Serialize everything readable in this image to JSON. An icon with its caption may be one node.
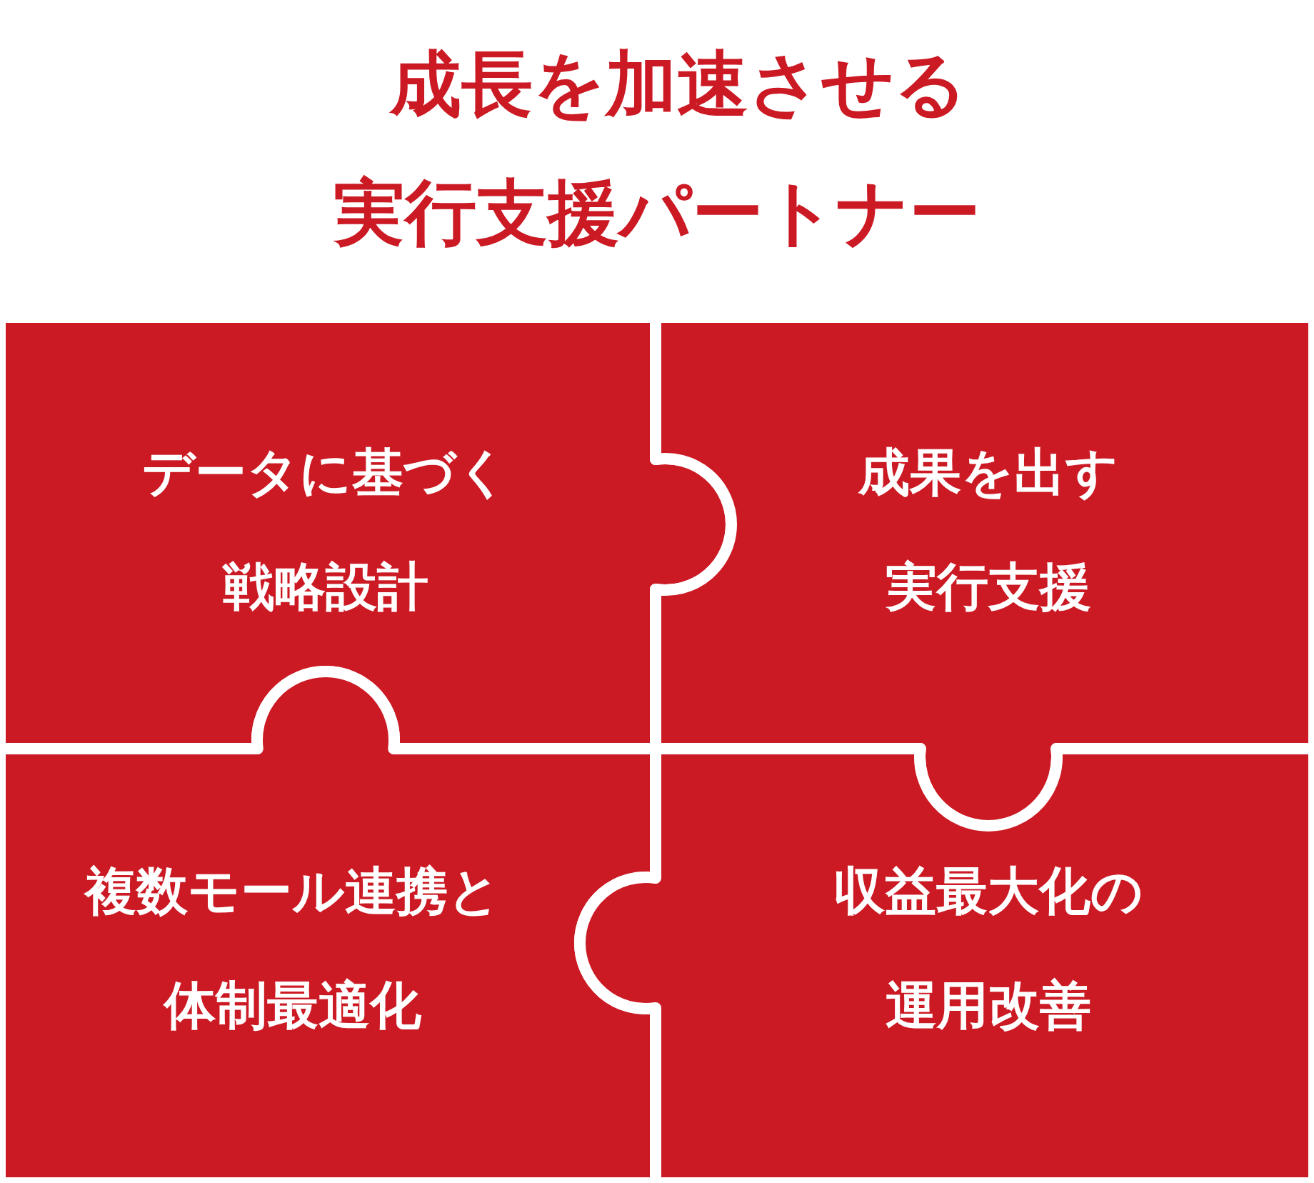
{
  "diagram": {
    "title": "成長を加速させる実行支援パートナー",
    "nodes": [
      {
        "text": [
          "データに基づく戦略設計"
        ]
      },
      {
        "text": [
          "成果を出す実行支援"
        ]
      },
      {
        "text": [
          "複数モール連携と体制最適化"
        ]
      },
      {
        "text": [
          "収益最大化の運用改善"
        ]
      }
    ]
  }
}
